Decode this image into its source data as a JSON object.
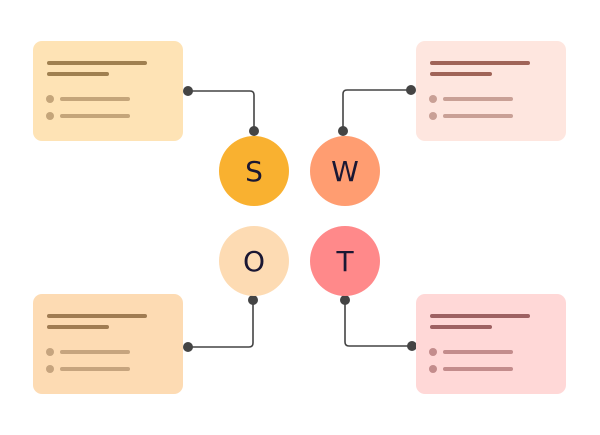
{
  "diagram": {
    "type": "SWOT",
    "quadrants": [
      {
        "key": "strengths",
        "letter": "S",
        "circle_color": "#f9b130",
        "card_color": "#fee3b5",
        "title_color": "#a08050",
        "item_color": "#c4a57a"
      },
      {
        "key": "weaknesses",
        "letter": "W",
        "circle_color": "#ff9d71",
        "card_color": "#fee6df",
        "title_color": "#a06458",
        "item_color": "#c9a096"
      },
      {
        "key": "opportunities",
        "letter": "O",
        "circle_color": "#fddbb3",
        "card_color": "#fddbb3",
        "title_color": "#a07c52",
        "item_color": "#c6a47e"
      },
      {
        "key": "threats",
        "letter": "T",
        "circle_color": "#ff898a",
        "card_color": "#ffd8d7",
        "title_color": "#9e6162",
        "item_color": "#c38c8c"
      }
    ],
    "connector_color": "#444444"
  }
}
